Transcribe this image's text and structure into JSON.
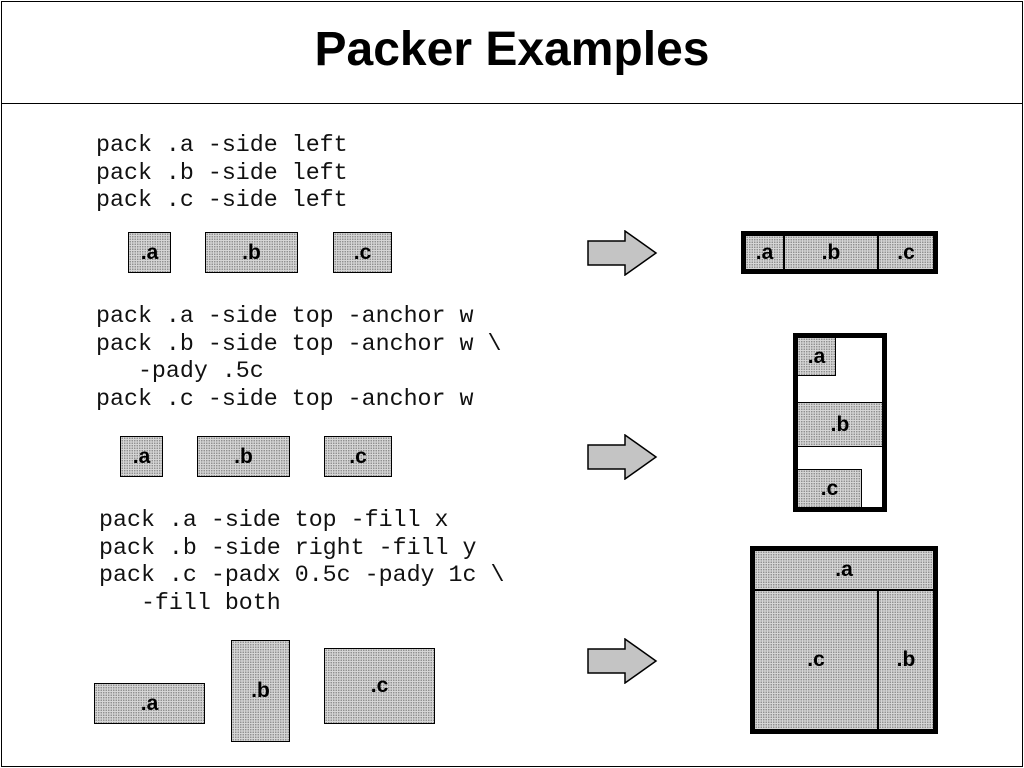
{
  "title": "Packer Examples",
  "examples": [
    {
      "code": "pack .a -side left\npack .b -side left\npack .c -side left",
      "widgets": [
        ".a",
        ".b",
        ".c"
      ],
      "result": [
        ".a",
        ".b",
        ".c"
      ]
    },
    {
      "code": "pack .a -side top -anchor w\npack .b -side top -anchor w \\\n   -pady .5c\npack .c -side top -anchor w",
      "widgets": [
        ".a",
        ".b",
        ".c"
      ],
      "result": [
        ".a",
        ".b",
        ".c"
      ]
    },
    {
      "code": "pack .a -side top -fill x\npack .b -side right -fill y\npack .c -padx 0.5c -pady 1c \\\n   -fill both",
      "widgets": [
        ".a",
        ".b",
        ".c"
      ],
      "result": [
        ".a",
        ".c",
        ".b"
      ]
    }
  ],
  "colors": {
    "widget_fill": "#d6d6d6",
    "outline": "#000000"
  },
  "icons": {
    "arrow": "right-arrow-icon"
  }
}
